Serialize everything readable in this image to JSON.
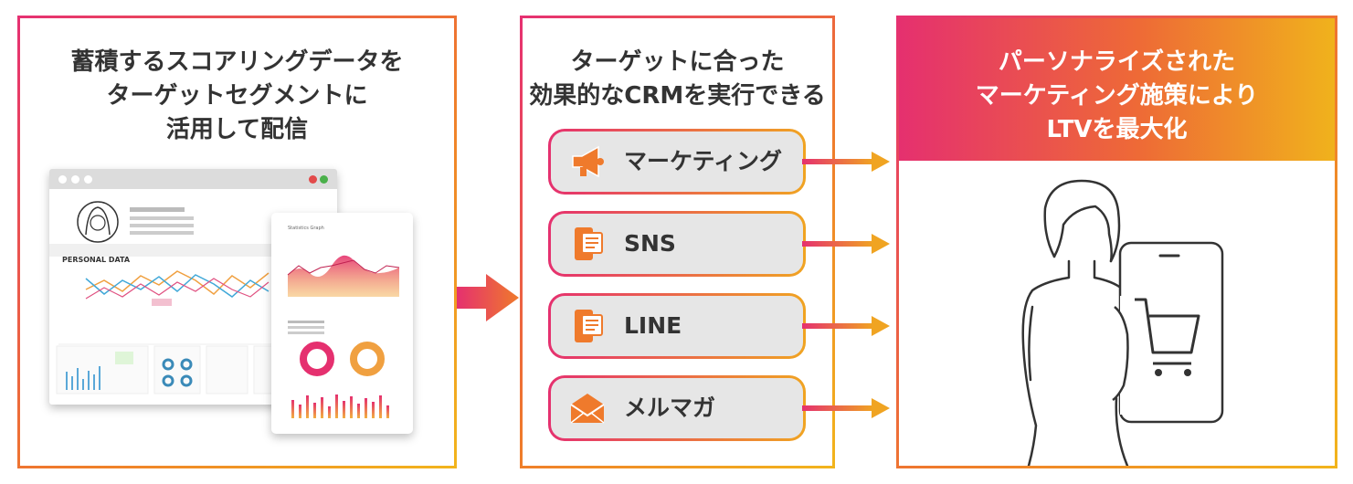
{
  "left_panel": {
    "title_lines": [
      "蓄積するスコアリングデータを",
      "ターゲットセグメントに",
      "活用して配信"
    ],
    "mock": {
      "personal_data_label": "PERSONAL DATA",
      "stats_graph_label": "Statistics Graph"
    }
  },
  "middle_panel": {
    "title_lines": [
      "ターゲットに合った",
      "効果的なCRMを実行できる"
    ],
    "channels": [
      {
        "label": "マーケティング",
        "icon": "megaphone-icon"
      },
      {
        "label": "SNS",
        "icon": "smartphone-chat-icon"
      },
      {
        "label": "LINE",
        "icon": "smartphone-chat-icon"
      },
      {
        "label": "メルマガ",
        "icon": "envelope-icon"
      }
    ]
  },
  "right_panel": {
    "title_lines": [
      "パーソナライズされた",
      "マーケティング施策により",
      "LTVを最大化"
    ]
  },
  "colors": {
    "gradient_start": "#e5306f",
    "gradient_end": "#f0b21c",
    "pill_bg": "#e6e6e6",
    "icon_orange": "#ef7a2c"
  }
}
